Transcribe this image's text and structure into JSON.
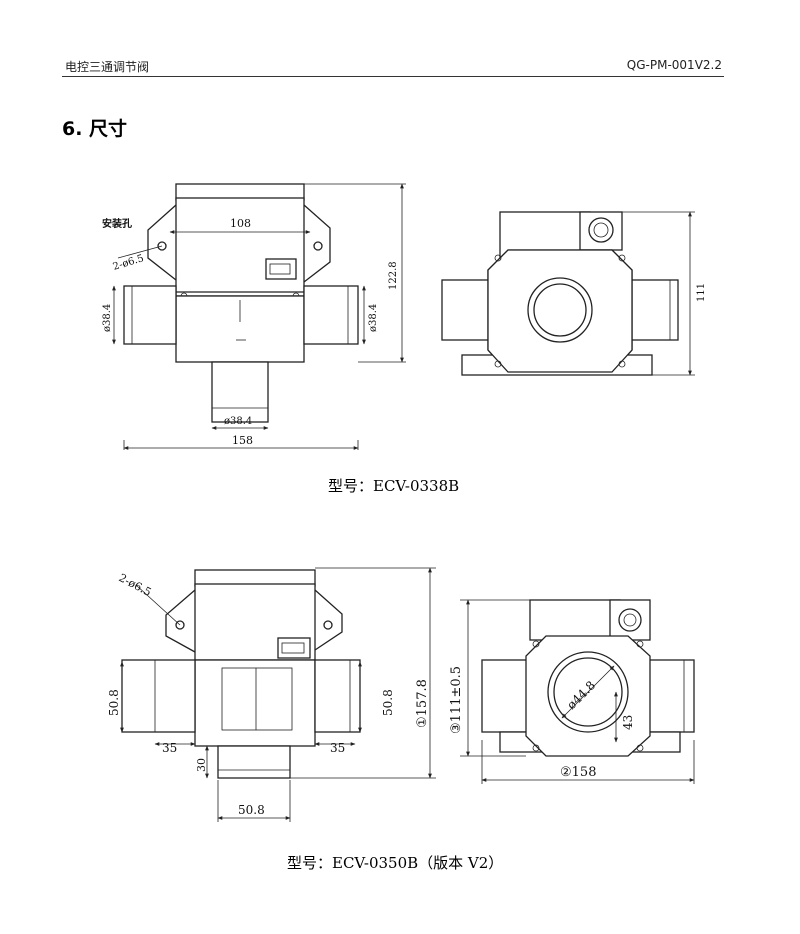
{
  "header": {
    "left": "电控三通调节阀",
    "right": "QG-PM-001V2.2"
  },
  "section": {
    "title": "6. 尺寸"
  },
  "drawing1": {
    "mount_label": "安装孔",
    "hole_label": "2-ø6.5",
    "dim_top": "108",
    "dim_height": "122.8",
    "dim_left_pipe": "ø38.4",
    "dim_right_pipe": "ø38.4",
    "dim_bottom_pipe": "ø38.4",
    "dim_width": "158",
    "dim_side_height": "111",
    "caption": "型号：ECV-0338B"
  },
  "drawing2": {
    "hole_label": "2-ø6.5",
    "dim_left_pipe": "50.8",
    "dim_right_pipe": "50.8",
    "dim_height": "①157.8",
    "dim_left_len": "35",
    "dim_right_len": "35",
    "dim_bottom_len": "30",
    "dim_bottom_pipe": "50.8",
    "dim_side_height": "③111±0.5",
    "dim_bore": "ø44.8",
    "dim_center": "43",
    "dim_side_width": "②158",
    "caption": "型号：ECV-0350B（版本 V2）"
  }
}
